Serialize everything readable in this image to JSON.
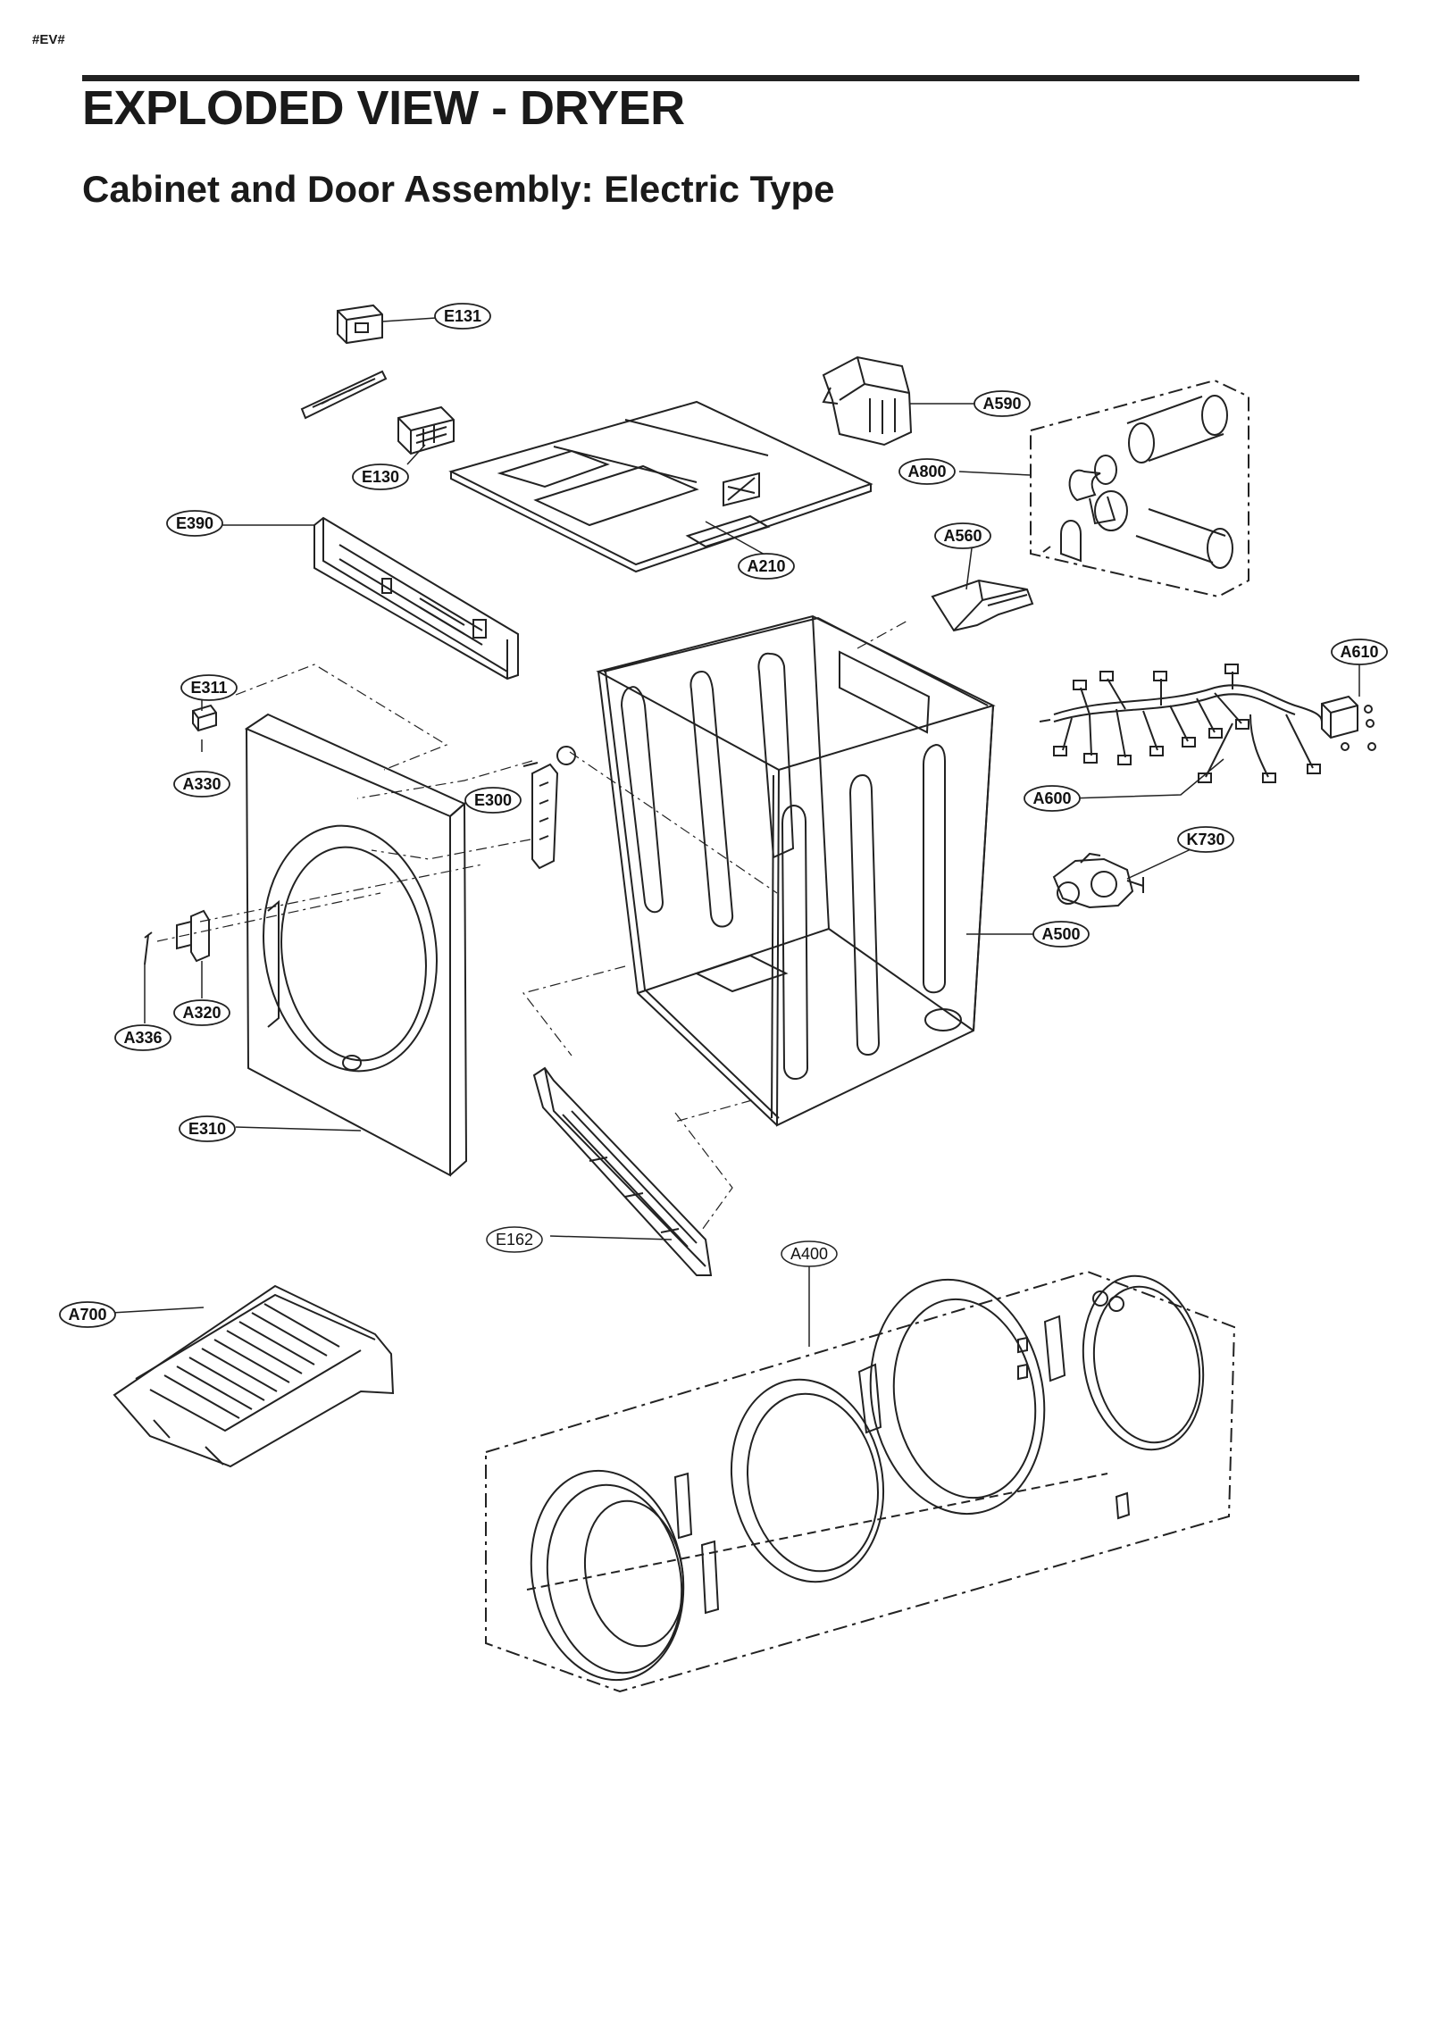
{
  "header": {
    "code": "#EV#",
    "title": "EXPLODED VIEW - DRYER",
    "subtitle": "Cabinet and Door Assembly: Electric Type"
  },
  "callouts": {
    "e131": "E131",
    "e130": "E130",
    "a590": "A590",
    "a800": "A800",
    "e390": "E390",
    "a210": "A210",
    "a560": "A560",
    "a610": "A610",
    "e311": "E311",
    "a330": "A330",
    "e300": "E300",
    "a600": "A600",
    "k730": "K730",
    "a500": "A500",
    "a336": "A336",
    "a320": "A320",
    "e310": "E310",
    "e162": "E162",
    "a400": "A400",
    "a700": "A700"
  }
}
